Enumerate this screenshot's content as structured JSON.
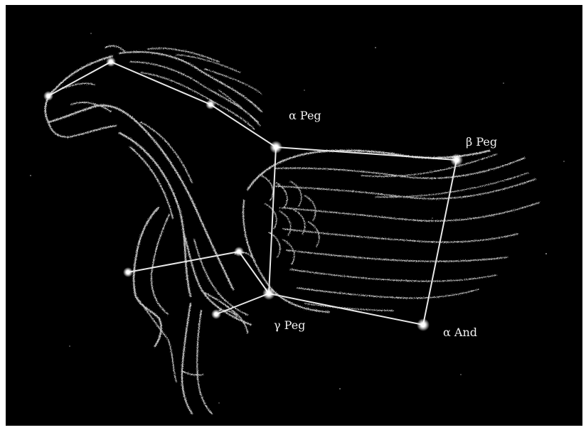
{
  "image": {
    "subject": "Pegasus constellation sketch",
    "background_color": "#000000",
    "line_color": "#e8e8e8",
    "star_color": "#ffffff"
  },
  "stars": [
    {
      "id": "alpha-peg",
      "label": "α Peg"
    },
    {
      "id": "beta-peg",
      "label": "β Peg"
    },
    {
      "id": "gamma-peg",
      "label": "γ Peg"
    },
    {
      "id": "alpha-and",
      "label": "α And"
    }
  ]
}
